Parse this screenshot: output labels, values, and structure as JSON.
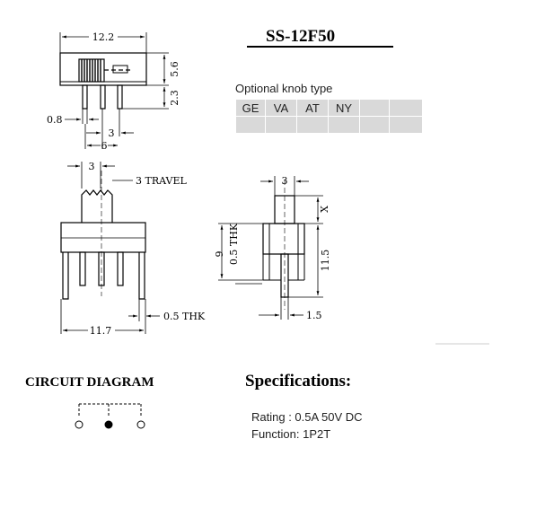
{
  "title": "SS-12F50",
  "knob_table": {
    "caption": "Optional knob type",
    "row1": [
      "GE",
      "VA",
      "AT",
      "NY",
      "",
      ""
    ],
    "row2": [
      "",
      "",
      "",
      "",
      "",
      ""
    ]
  },
  "top_view": {
    "width": "12.2",
    "height": "5.6",
    "pin_length": "2.3",
    "pin_width": "0.8",
    "pin_pitch": "3",
    "pin_span": "6"
  },
  "front_view": {
    "knob_width": "3",
    "travel": "3 TRAVEL",
    "body_width": "11.7",
    "thickness": "0.5 THK"
  },
  "side_view": {
    "knob_width": "3",
    "knob_x": "X",
    "body_height": "9",
    "thickness": "0.5 THK",
    "total_height": "11.5",
    "pin_offset": "1.5"
  },
  "circuit": {
    "heading": "CIRCUIT DIAGRAM"
  },
  "specs": {
    "heading": "Specifications:",
    "rating": "Rating : 0.5A 50V DC",
    "function": "Function: 1P2T"
  }
}
